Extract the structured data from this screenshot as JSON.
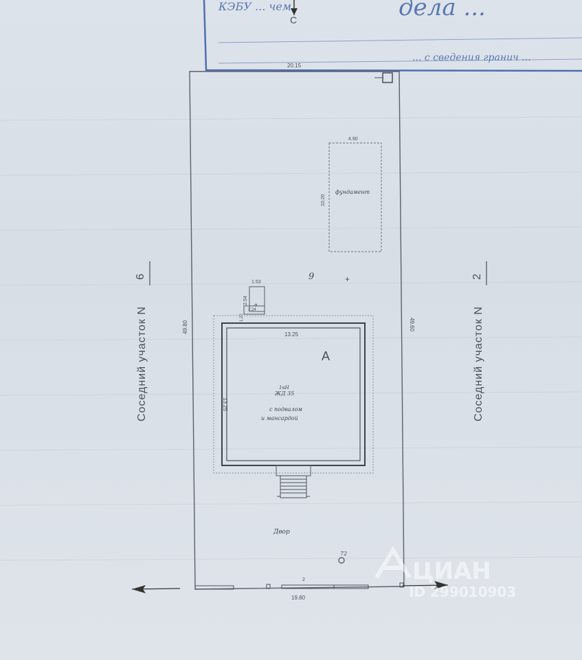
{
  "stamp": {
    "line1": "КЭБУ ... чем",
    "line2": "... с сведения гранич ...",
    "handwriting": "дела ..."
  },
  "compass": "С",
  "dims": {
    "top": "20.15",
    "left": "49.80",
    "right": "49.60",
    "bottom": "19.80",
    "bottom_small": "2",
    "foundation_w": "4.90",
    "foundation_h": "10.20",
    "porch_w": "1.53",
    "porch_h": "2.54",
    "porch_small": "1.22",
    "porch_inner": "2.24",
    "house_w": "13.25",
    "house_h": "13.25"
  },
  "labels": {
    "foundation": "фундамент",
    "house_letter": "А",
    "house_code": "1кН",
    "house_area": "ЖД 35",
    "house_desc1": "с подвалом",
    "house_desc2": "и мансардой",
    "yard": "Двор",
    "point_9": "9",
    "point_72": "72",
    "porch_code": "Ф"
  },
  "neighbors": {
    "left_text": "Соседний участок N",
    "left_num": "6",
    "right_text": "Соседний участок N",
    "right_num": "2"
  },
  "watermark": {
    "brand": "ЦИАН",
    "id": "ID 299010903"
  }
}
